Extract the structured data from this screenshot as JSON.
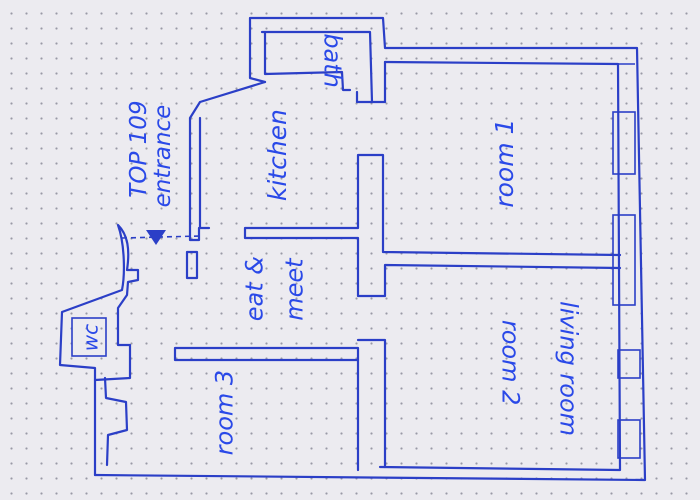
{
  "labels": {
    "top_number": "TOP 109",
    "entrance": "entrance",
    "wc": "wc",
    "kitchen": "kitchen",
    "bath": "bath",
    "room1": "room 1",
    "eat_meet_line1": "eat &",
    "eat_meet_line2": "meet",
    "room2": "room 2",
    "living_room": "living room",
    "room3": "room 3"
  },
  "colors": {
    "ink": "#2b3fc7",
    "text": "#2a49e8",
    "paper": "#ecebf0",
    "dots": "#9a9aa6"
  }
}
